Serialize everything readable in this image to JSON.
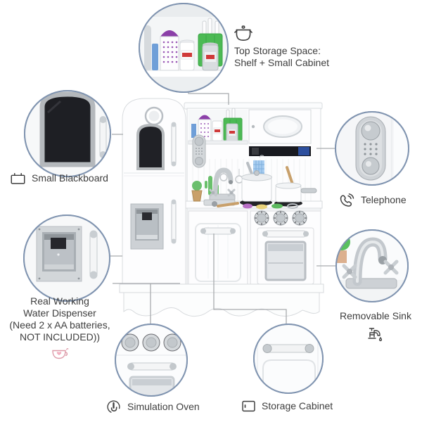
{
  "diagram_title": "Kids play kitchen feature callout diagram",
  "callouts": {
    "top_storage": {
      "text": "Top Storage Space:\nShelf + Small Cabinet",
      "icon": "pot-icon"
    },
    "small_blackboard": {
      "text": "Small Blackboard",
      "icon": "blackboard-icon"
    },
    "water_dispenser": {
      "text": "Real Working\nWater Dispenser\n(Need 2 x AA batteries,\nNOT INCLUDED))",
      "icon": "teacup-icon"
    },
    "telephone": {
      "text": "Telephone",
      "icon": "telephone-icon"
    },
    "removable_sink": {
      "text": "Removable Sink",
      "icon": "faucet-icon"
    },
    "simulation_oven": {
      "text": "Simulation Oven",
      "icon": "touch-icon"
    },
    "storage_cabinet": {
      "text": "Storage Cabinet",
      "icon": "cabinet-icon"
    }
  },
  "colors": {
    "callout_ring": "#8094b0",
    "connector_line": "#a8abae",
    "text": "#3e3e3e",
    "accent_green": "#4cba54",
    "accent_purple": "#8b3fa8",
    "accent_red": "#cf3a3a",
    "accent_blue": "#6f9fd8",
    "accent_pink": "#f2afc0",
    "blackboard": "#1e1f24",
    "silver": "#c6cbcf"
  }
}
